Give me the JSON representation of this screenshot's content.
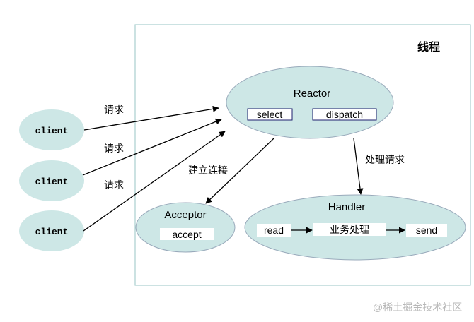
{
  "thread_label": "线程",
  "reactor": {
    "title": "Reactor",
    "select": "select",
    "dispatch": "dispatch"
  },
  "acceptor": {
    "title": "Acceptor",
    "accept": "accept"
  },
  "handler": {
    "title": "Handler",
    "read": "read",
    "process": "业务处理",
    "send": "send"
  },
  "clients": [
    "client",
    "client",
    "client"
  ],
  "edge_labels": {
    "request": "请求",
    "establish": "建立连接",
    "handle_request": "处理请求"
  },
  "watermark": "@稀土掘金技术社区",
  "colors": {
    "node_fill": "#cde7e6",
    "thread_border": "#a9cfcf",
    "box_border": "#1f1f6e"
  }
}
